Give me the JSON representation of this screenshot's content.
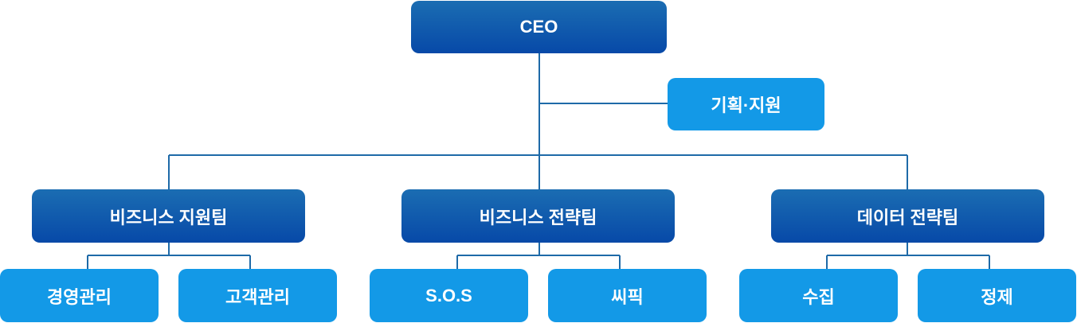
{
  "ceo": "CEO",
  "staff": "기획·지원",
  "teams": [
    {
      "name": "비즈니스 지원팀",
      "units": [
        "경영관리",
        "고객관리"
      ]
    },
    {
      "name": "비즈니스 전략팀",
      "units": [
        "S.O.S",
        "씨픽"
      ]
    },
    {
      "name": "데이터 전략팀",
      "units": [
        "수집",
        "정제"
      ]
    }
  ],
  "colors": {
    "line": "#1e6aa8",
    "dark_top": "#1b6db2",
    "dark_bottom": "#0749a8",
    "light": "#1399e7"
  }
}
